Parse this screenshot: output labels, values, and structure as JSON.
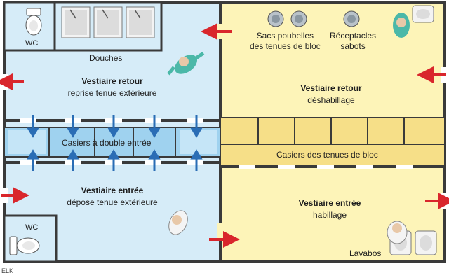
{
  "labels": {
    "wc_top": "WC",
    "douches": "Douches",
    "sacs_line1": "Sacs poubelles",
    "sacs_line2": "des tenues de bloc",
    "receptacles_line1": "Réceptacles",
    "receptacles_line2": "sabots",
    "vestiaire_retour_left_title": "Vestiaire retour",
    "vestiaire_retour_left_sub": "reprise tenue extérieure",
    "vestiaire_retour_right_title": "Vestiaire retour",
    "vestiaire_retour_right_sub": "déshabillage",
    "casiers_double": "Casiers à double entrée",
    "casiers_bloc": "Casiers des tenues de bloc",
    "vestiaire_entree_left_title": "Vestiaire entrée",
    "vestiaire_entree_left_sub": "dépose tenue extérieure",
    "vestiaire_entree_right_title": "Vestiaire entrée",
    "vestiaire_entree_right_sub": "habillage",
    "wc_bottom": "WC",
    "lavabos": "Lavabos",
    "signature": "ELK"
  },
  "colors": {
    "blue_zone": "#d6ecf8",
    "yellow_zone": "#fdf4b8",
    "locker_blue": "#9fd2ef",
    "locker_yellow": "#f6df88",
    "arrow_red": "#d9262c",
    "arrow_blue": "#2a6db5",
    "wall": "#3a3a3a",
    "person_teal": "#4bb8a8"
  }
}
